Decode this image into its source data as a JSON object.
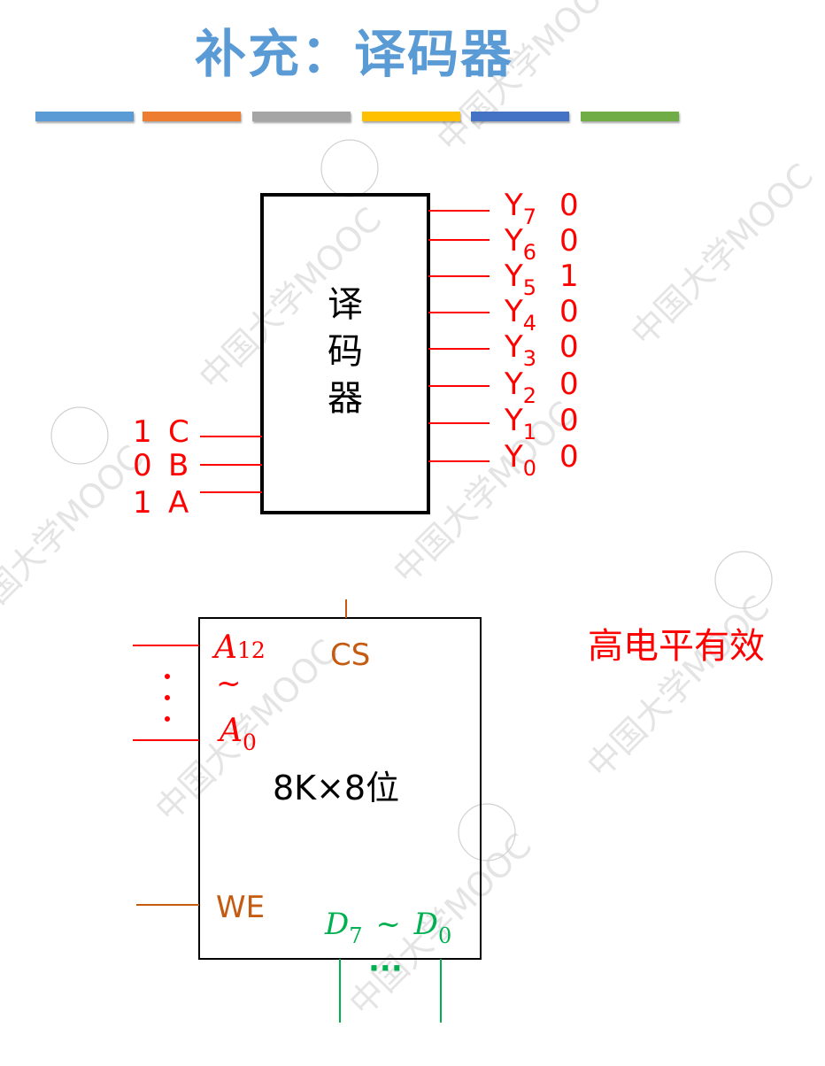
{
  "title": "补充：译码器",
  "color_bars": [
    "#5b9bd5",
    "#ed7d31",
    "#a5a5a5",
    "#ffc000",
    "#4472c4",
    "#70ad47"
  ],
  "decoder": {
    "label": [
      "译",
      "码",
      "器"
    ],
    "outputs": [
      {
        "name": "Y",
        "sub": "7",
        "value": "0"
      },
      {
        "name": "Y",
        "sub": "6",
        "value": "0"
      },
      {
        "name": "Y",
        "sub": "5",
        "value": "1"
      },
      {
        "name": "Y",
        "sub": "4",
        "value": "0"
      },
      {
        "name": "Y",
        "sub": "3",
        "value": "0"
      },
      {
        "name": "Y",
        "sub": "2",
        "value": "0"
      },
      {
        "name": "Y",
        "sub": "1",
        "value": "0"
      },
      {
        "name": "Y",
        "sub": "0",
        "value": "0"
      }
    ],
    "inputs": [
      {
        "value": "1",
        "name": "C"
      },
      {
        "value": "0",
        "name": "B"
      },
      {
        "value": "1",
        "name": "A"
      }
    ]
  },
  "memory": {
    "addr_high": "A",
    "addr_high_sub": "12",
    "tilde": "~",
    "addr_low": "A",
    "addr_low_sub": "0",
    "cs": "CS",
    "capacity": "8K×8位",
    "we": "WE",
    "data_high": "D",
    "data_high_sub": "7",
    "data_tilde": "~",
    "data_low": "D",
    "data_low_sub": "0",
    "dots": "···"
  },
  "note": "高电平有效",
  "watermark_text": "中国大学MOOC"
}
